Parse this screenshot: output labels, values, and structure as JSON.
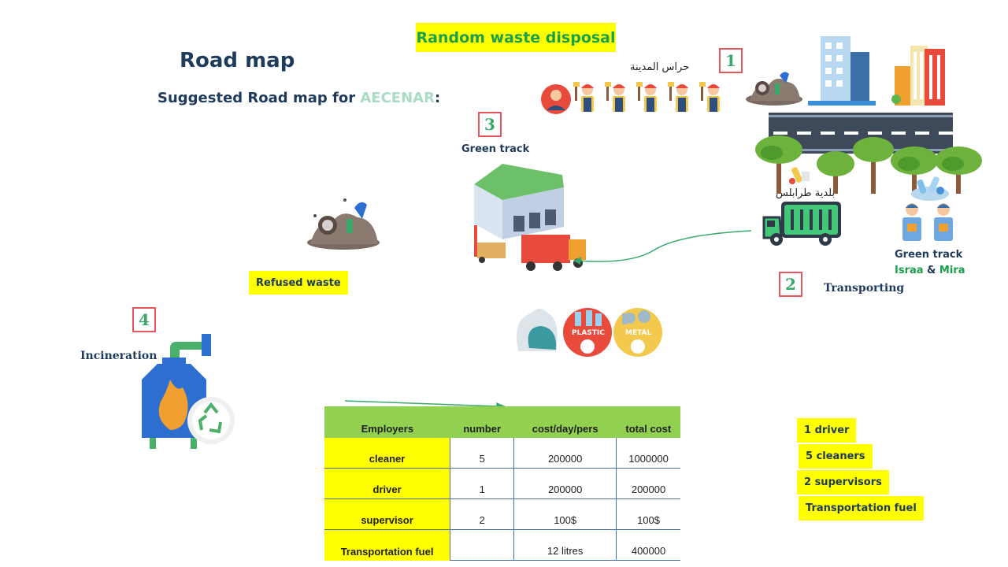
{
  "header": {
    "title": "Road map",
    "subtitle_prefix": "Suggested Road map for ",
    "subtitle_brand": "AECENAR",
    "subtitle_suffix": ":",
    "top_box": "Random waste disposal"
  },
  "steps": [
    "1",
    "2",
    "3",
    "4"
  ],
  "labels": {
    "city_guards_ar": "حراس المدينة",
    "municipality_ar": "بلدية طرابلس",
    "green_track_top": "Green track",
    "green_track_right": "Green track",
    "names_a": "Israa",
    "names_amp": " & ",
    "names_b": "Mira",
    "transporting": "Transporting",
    "refused_waste": "Refused waste",
    "incineration": "Incineration",
    "bin_plastic": "PLASTIC",
    "bin_metal": "METAL"
  },
  "table": {
    "headers": [
      "Employers",
      "number",
      "cost/day/pers",
      "total cost"
    ],
    "rows": [
      [
        "cleaner",
        "5",
        "200000",
        "1000000"
      ],
      [
        "driver",
        "1",
        "200000",
        "200000"
      ],
      [
        "supervisor",
        "2",
        "100$",
        "100$"
      ],
      [
        "Transportation fuel",
        "",
        "12 litres",
        "400000"
      ]
    ]
  },
  "summary": [
    "1 driver",
    "5 cleaners",
    "2 supervisors",
    "Transportation fuel"
  ],
  "colors": {
    "heading": "#1f3b5c",
    "accent_green": "#1aa04a",
    "highlight": "#ffff00",
    "table_header": "#92d050",
    "step_border": "#e8555c"
  }
}
